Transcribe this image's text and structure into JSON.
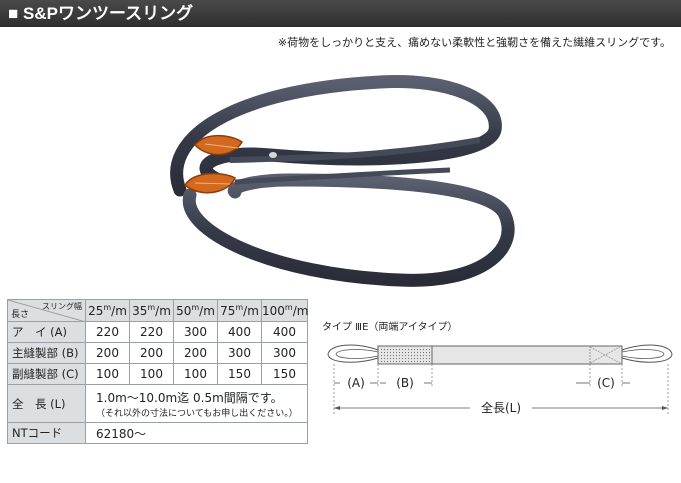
{
  "header": {
    "title": "■ S&Pワンツースリング"
  },
  "subtitle": "※荷物をしっかりと支え、痛めない柔軟性と強靭さを備えた繊維スリングです。",
  "table": {
    "corner_top": "スリング幅",
    "corner_bottom": "長さ",
    "columns": [
      {
        "num": "25",
        "unit": "m",
        "den": "/m"
      },
      {
        "num": "35",
        "unit": "m",
        "den": "/m"
      },
      {
        "num": "50",
        "unit": "m",
        "den": "/m"
      },
      {
        "num": "75",
        "unit": "m",
        "den": "/m"
      },
      {
        "num": "100",
        "unit": "m",
        "den": "/m"
      }
    ],
    "rows": [
      {
        "label": "ア　イ (A)",
        "values": [
          "220",
          "220",
          "300",
          "400",
          "400"
        ]
      },
      {
        "label": "主縫製部 (B)",
        "values": [
          "200",
          "200",
          "200",
          "300",
          "300"
        ]
      },
      {
        "label": "副縫製部 (C)",
        "values": [
          "100",
          "100",
          "100",
          "150",
          "150"
        ]
      }
    ],
    "length_label": "全　長 (L)",
    "length_note": "1.0m〜10.0m迄 0.5m間隔です。",
    "length_subnote": "（それ以外の寸法についてもお申し出ください。）",
    "nt_label": "NTコード",
    "nt_value": "62180〜"
  },
  "diagram": {
    "type_label": "タイプ ⅢE（両端アイタイプ）",
    "label_a": "(A)",
    "label_b": "(B)",
    "label_c": "(C)",
    "label_l": "全長(L)"
  },
  "colors": {
    "header_bg": "#3a3a3a",
    "sling_body": "#3b4050",
    "sling_tag": "#d2691e",
    "table_head_bg": "#dcdfe2",
    "diagram_fill": "#e6e6e6"
  }
}
